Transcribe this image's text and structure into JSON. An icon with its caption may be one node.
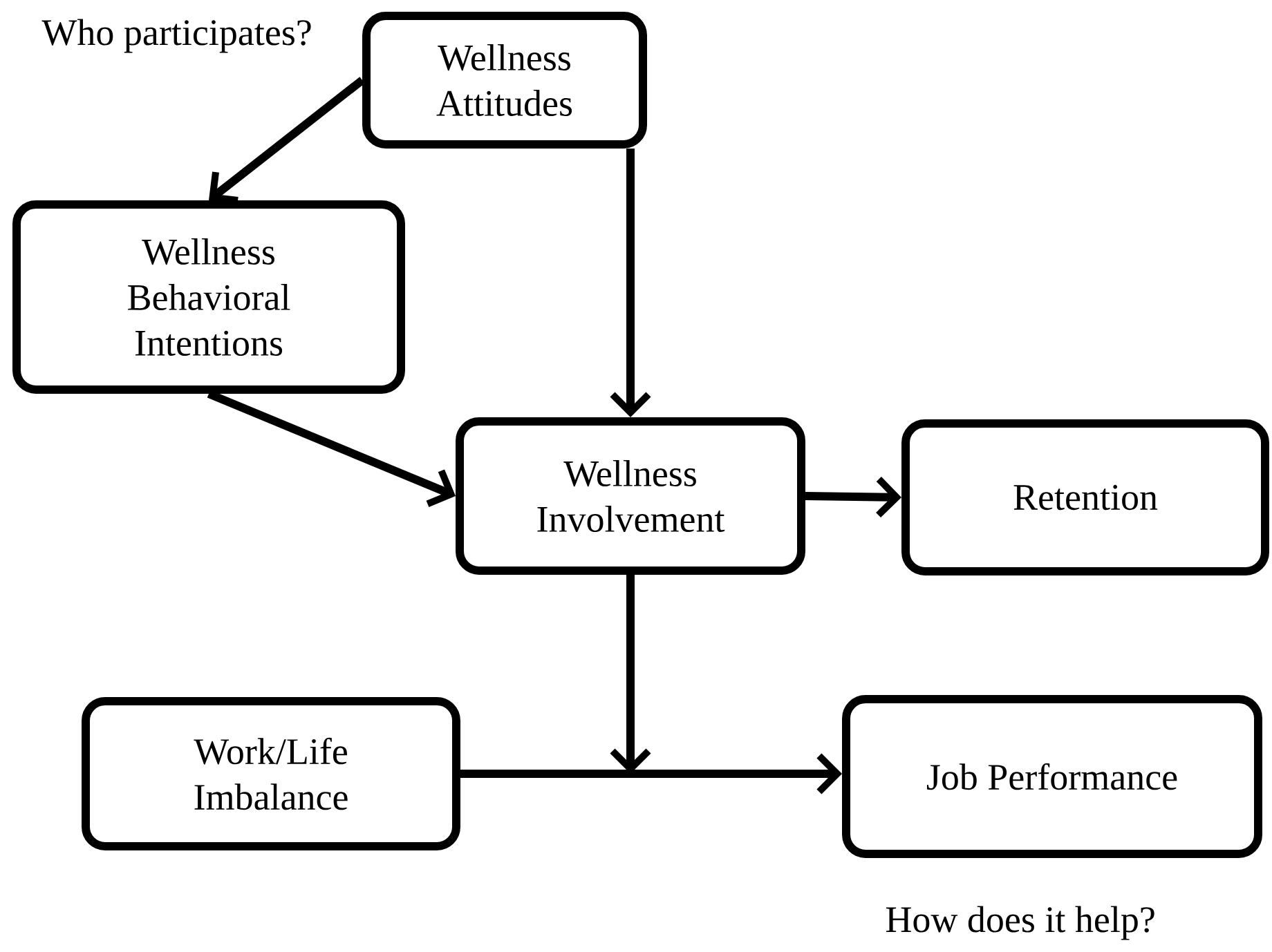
{
  "diagram": {
    "nodes": [
      {
        "text": [
          "Wellness Attitudes"
        ]
      },
      {
        "text": [
          "Wellness Behavioral Intentions"
        ]
      },
      {
        "text": [
          "Wellness Involvement"
        ]
      },
      {
        "text": [
          "Retention"
        ]
      },
      {
        "text": [
          "Work/Life Imbalance"
        ]
      },
      {
        "text": [
          "Job Performance"
        ]
      }
    ],
    "edges": [
      {
        "from": 0,
        "to": 1,
        "arrow": "to"
      },
      {
        "from": 0,
        "to": 2,
        "arrow": "to"
      },
      {
        "from": 1,
        "to": 2,
        "arrow": "to"
      },
      {
        "from": 2,
        "to": 3,
        "arrow": "to"
      },
      {
        "from": 2,
        "to": null,
        "arrow": "to"
      },
      {
        "from": 4,
        "to": 5,
        "arrow": "to"
      }
    ],
    "labels": [
      "Who participates?",
      "How does it help?"
    ]
  }
}
